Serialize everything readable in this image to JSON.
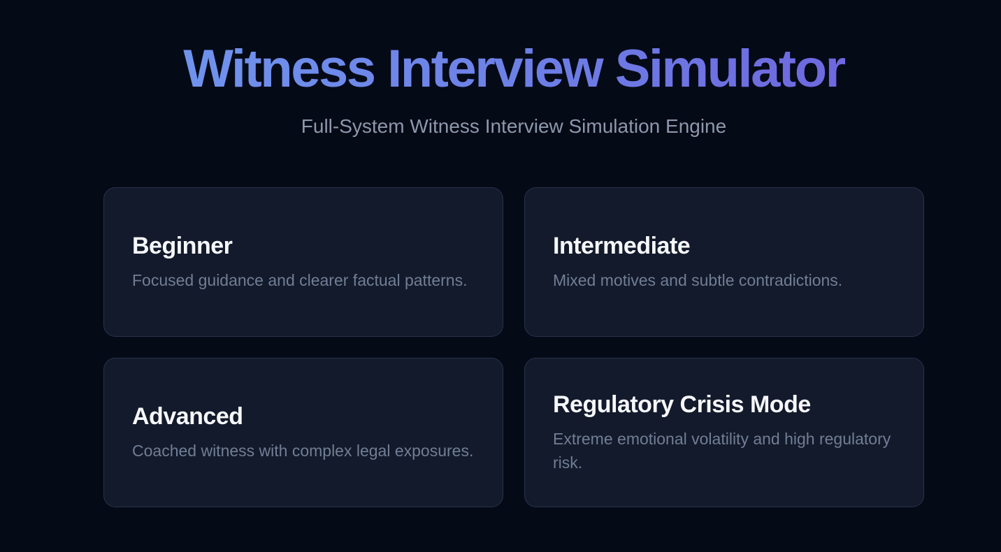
{
  "page": {
    "title": "Witness Interview Simulator",
    "subtitle": "Full-System Witness Interview Simulation Engine"
  },
  "colors": {
    "background": "#050a17",
    "title_gradient_start": "#7097ee",
    "title_gradient_mid": "#6d7fe6",
    "title_gradient_end": "#6e62dd",
    "subtitle_text": "#8d98ab",
    "card_background": "#131a2b",
    "card_border": "#283349",
    "card_title": "#f5f7fa",
    "card_description": "#717e95"
  },
  "difficulty_cards": [
    {
      "title": "Beginner",
      "description": "Focused guidance and clearer factual patterns."
    },
    {
      "title": "Intermediate",
      "description": "Mixed motives and subtle contradictions."
    },
    {
      "title": "Advanced",
      "description": "Coached witness with complex legal exposures."
    },
    {
      "title": "Regulatory Crisis Mode",
      "description": "Extreme emotional volatility and high regulatory risk."
    }
  ]
}
